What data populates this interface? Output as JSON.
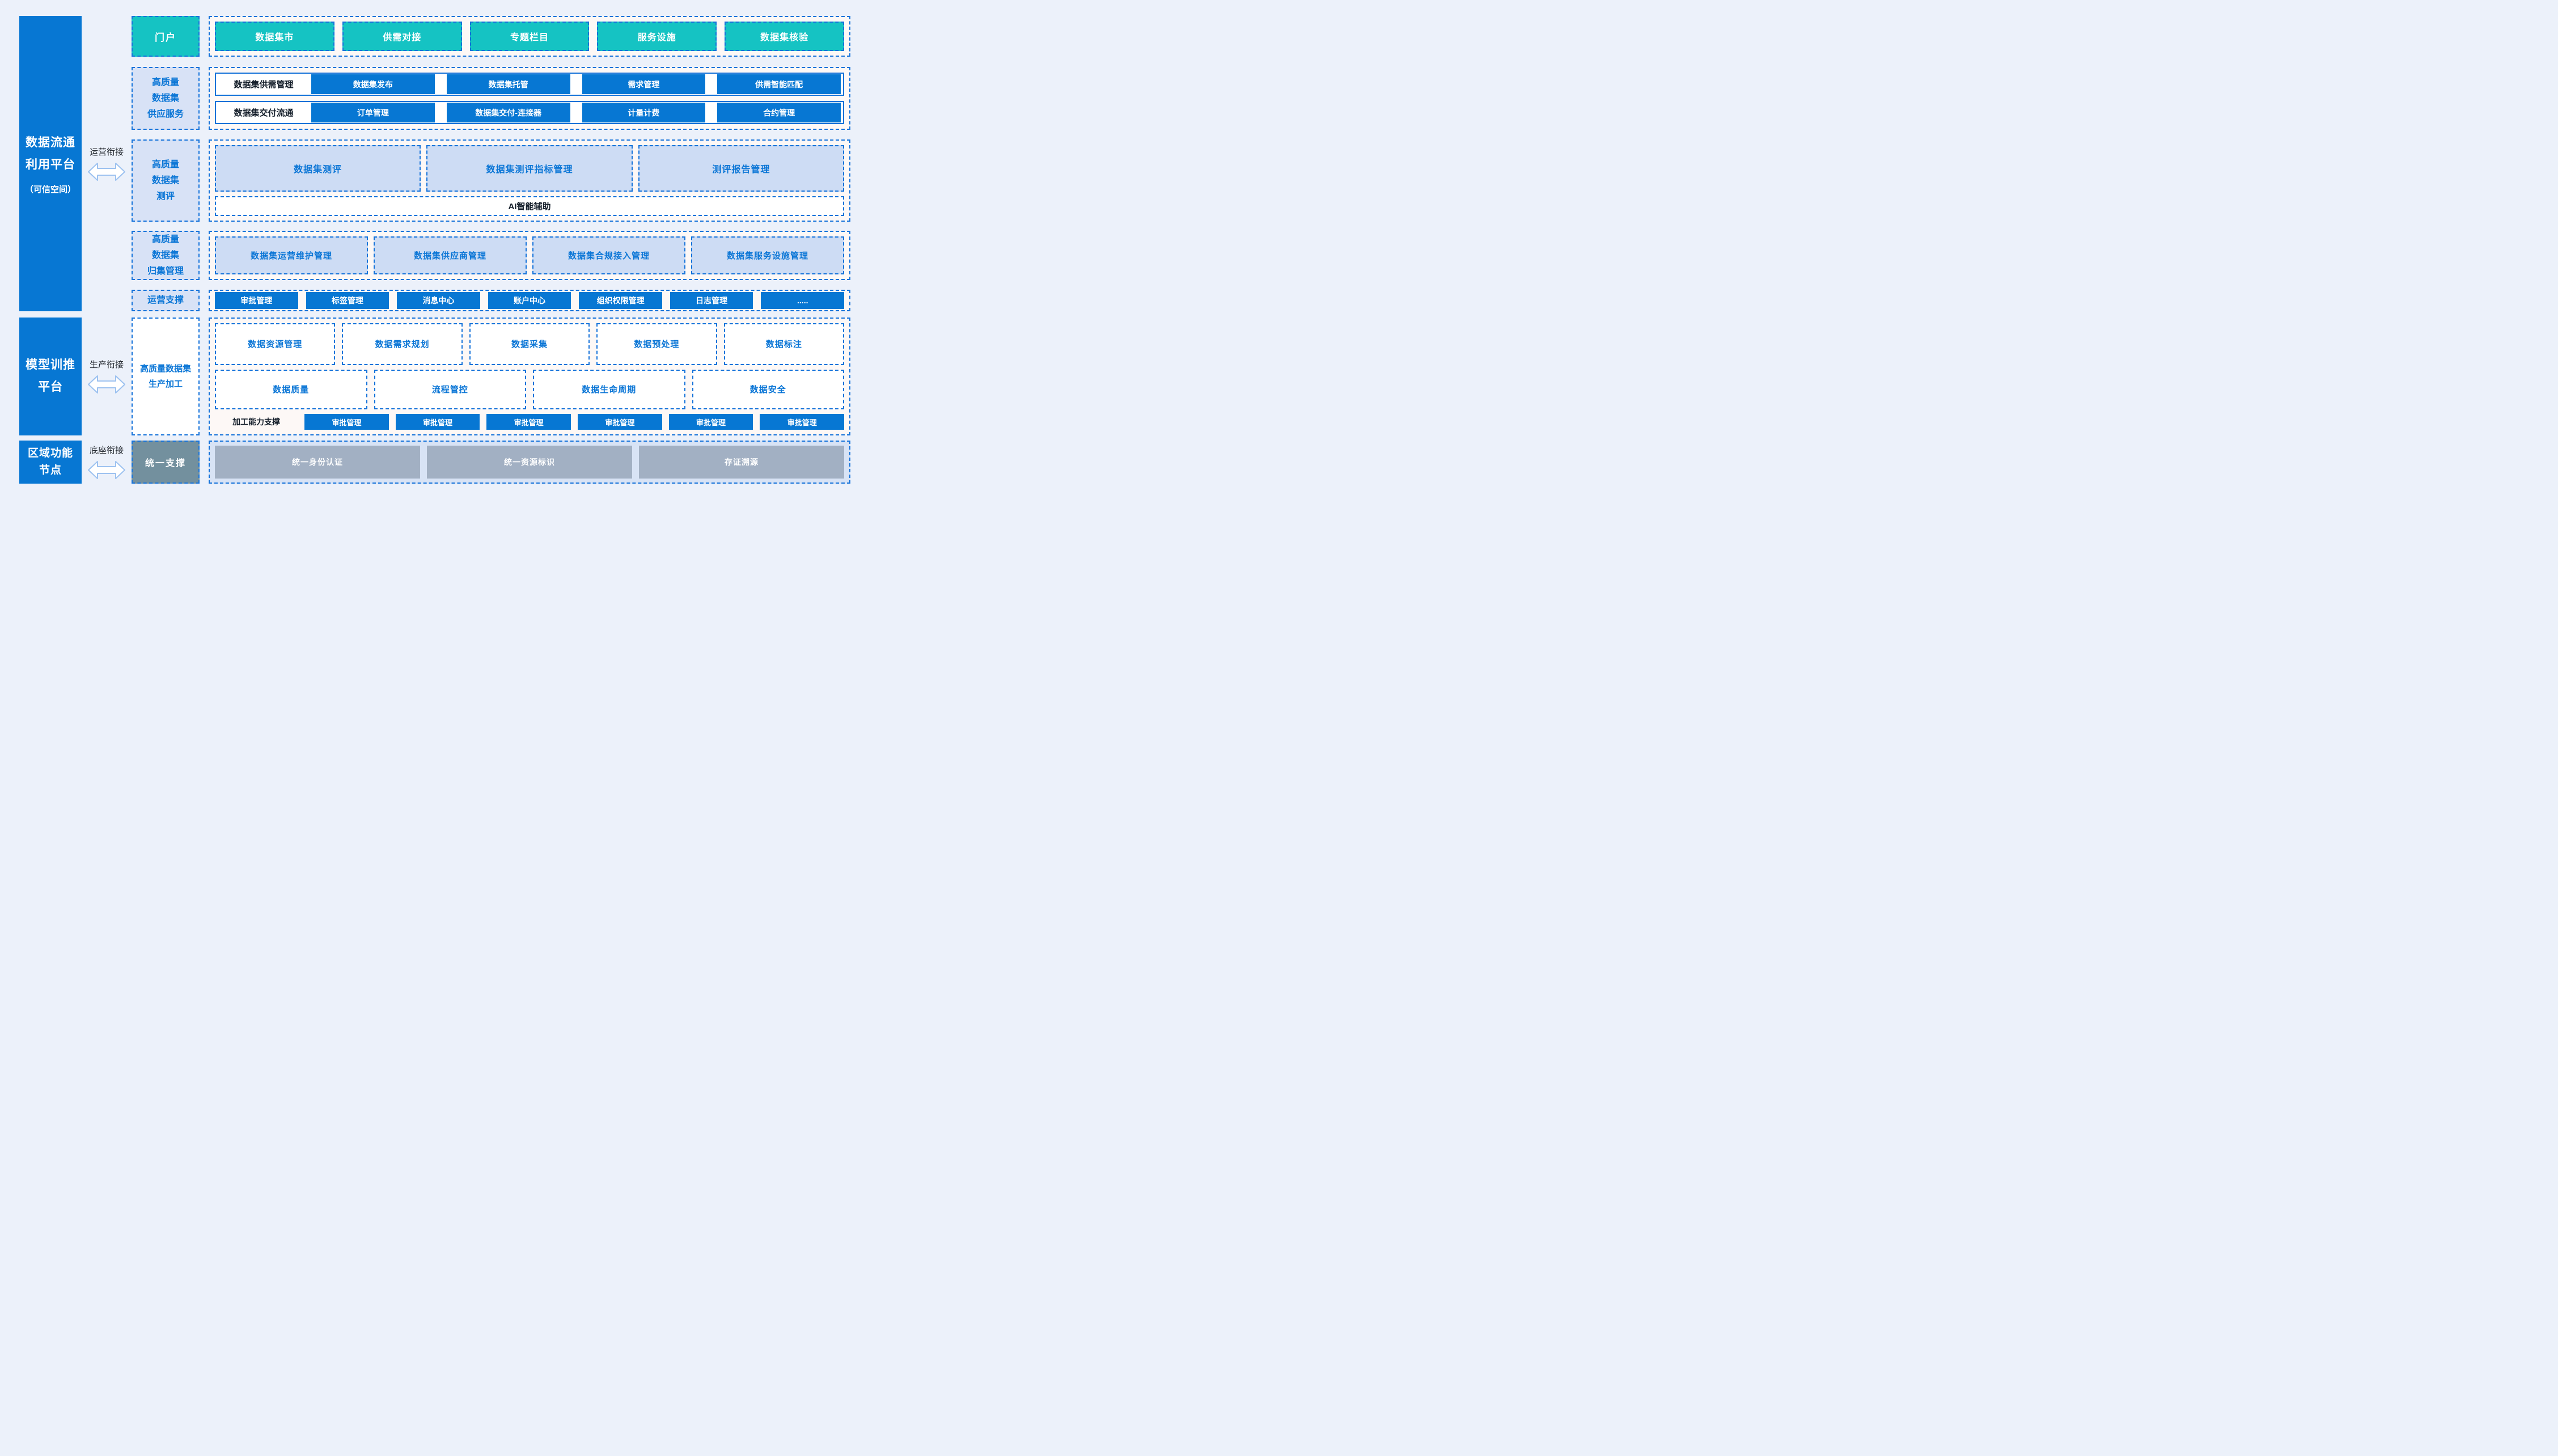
{
  "colors": {
    "page_bg": "#ECF1FA",
    "primary_blue": "#0777D3",
    "teal": "#15C3C3",
    "dashed_border_blue": "#1472DA",
    "light_box_fill": "#CDDCF4",
    "label_fill": "#D8E2F6",
    "container_fill": "#FDF8F6",
    "slate": "#73909E",
    "gray_box": "#A2B0C3"
  },
  "sidebar": {
    "platforms": [
      {
        "line1": "数据流通",
        "line2": "利用平台",
        "subtitle": "（可信空间）"
      },
      {
        "line1": "模型训推",
        "line2": "平台"
      },
      {
        "line1": "区域功能",
        "line2": "节点"
      }
    ],
    "links": [
      {
        "label": "运营衔接"
      },
      {
        "label": "生产衔接"
      },
      {
        "label": "底座衔接"
      }
    ]
  },
  "portal": {
    "label": "门户",
    "items": [
      "数据集市",
      "供需对接",
      "专题栏目",
      "服务设施",
      "数据集核验"
    ]
  },
  "supply": {
    "label_lines": [
      "高质量",
      "数据集",
      "供应服务"
    ],
    "rows": [
      {
        "title": "数据集供需管理",
        "buttons": [
          "数据集发布",
          "数据集托管",
          "需求管理",
          "供需智能匹配"
        ]
      },
      {
        "title": "数据集交付流通",
        "buttons": [
          "订单管理",
          "数据集交付-连接器",
          "计量计费",
          "合约管理"
        ]
      }
    ]
  },
  "evaluation": {
    "label_lines": [
      "高质量",
      "数据集",
      "测评"
    ],
    "boxes": [
      "数据集测评",
      "数据集测评指标管理",
      "测评报告管理"
    ],
    "assist": "AI智能辅助"
  },
  "collection": {
    "label_lines": [
      "高质量",
      "数据集",
      "归集管理"
    ],
    "boxes": [
      "数据集运营维护管理",
      "数据集供应商管理",
      "数据集合规接入管理",
      "数据集服务设施管理"
    ]
  },
  "operation": {
    "label": "运营支撑",
    "buttons": [
      "审批管理",
      "标签管理",
      "消息中心",
      "账户中心",
      "组织权限管理",
      "日志管理",
      "....."
    ]
  },
  "production": {
    "label_lines": [
      "高质量数据集",
      "生产加工"
    ],
    "row1": [
      "数据资源管理",
      "数据需求规划",
      "数据采集",
      "数据预处理",
      "数据标注"
    ],
    "row2": [
      "数据质量",
      "流程管控",
      "数据生命周期",
      "数据安全"
    ],
    "support_label": "加工能力支撑",
    "approvals": [
      "审批管理",
      "审批管理",
      "审批管理",
      "审批管理",
      "审批管理",
      "审批管理"
    ]
  },
  "foundation": {
    "label": "统一支撑",
    "boxes": [
      "统一身份认证",
      "统一资源标识",
      "存证溯源"
    ]
  }
}
